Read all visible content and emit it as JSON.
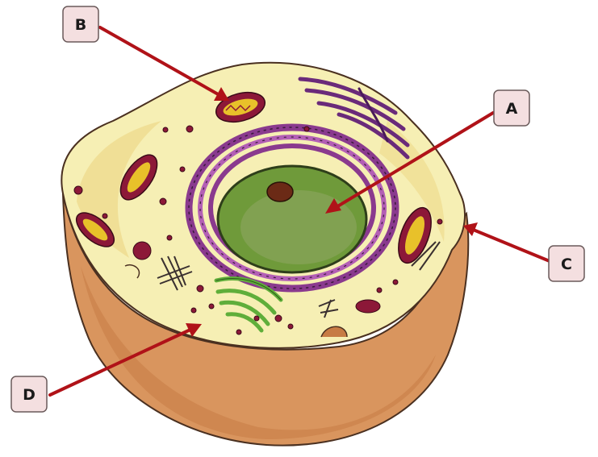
{
  "labels": {
    "a": "A",
    "b": "B",
    "c": "C",
    "d": "D"
  },
  "colors": {
    "cytoplasm": "#f6efb4",
    "cell_wall_side": "#d9955e",
    "nucleus": "#6f9a3a",
    "nucleolus": "#6b2a16",
    "rough_er": "#8a3a8e",
    "golgi": "#5fae3a",
    "mitochondria_outer": "#8c1838",
    "mitochondria_inner": "#e8c12a",
    "arrow": "#b01218",
    "label_box": "#f4dfe0",
    "label_border": "#6a5a5a"
  }
}
